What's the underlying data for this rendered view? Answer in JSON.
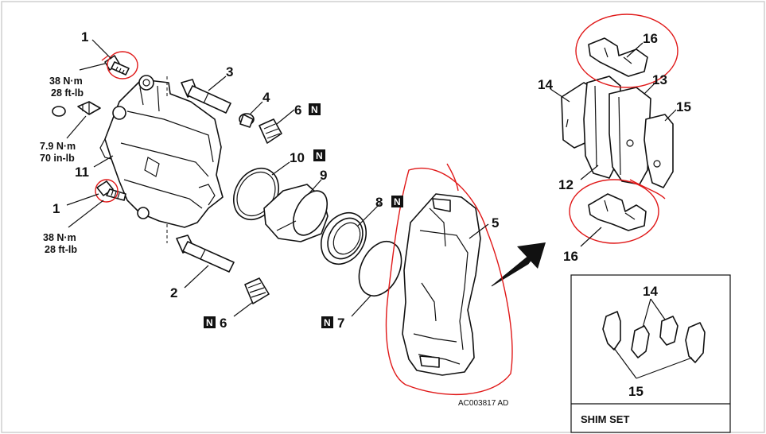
{
  "colors": {
    "ink": "#111111",
    "annotation_red": "#e01818",
    "frame": "#cfcfcf"
  },
  "callouts": {
    "c1_top": "1",
    "c1_bottom": "1",
    "c2": "2",
    "c3": "3",
    "c4": "4",
    "c5": "5",
    "c6_upper": "6",
    "c6_lower": "6",
    "c7": "7",
    "c8": "8",
    "c9": "9",
    "c10": "10",
    "c11": "11",
    "c12": "12",
    "c13": "13",
    "c14": "14",
    "c15": "15",
    "c16_top": "16",
    "c16_bottom": "16",
    "inset_14": "14",
    "inset_15": "15"
  },
  "new_part_marker": "N",
  "torques": {
    "bolt_top": {
      "line1": "38 N·m",
      "line2": "28 ft-lb"
    },
    "bleeder": {
      "line1": "7.9 N·m",
      "line2": "70 in-lb"
    },
    "bolt_bottom": {
      "line1": "38 N·m",
      "line2": "28 ft-lb"
    }
  },
  "figure_ref": "AC003817 AD",
  "inset": {
    "caption": "SHIM SET"
  },
  "icons": {
    "arrow": "view-direction-arrow-icon",
    "new_part": "new-part-n-icon"
  }
}
